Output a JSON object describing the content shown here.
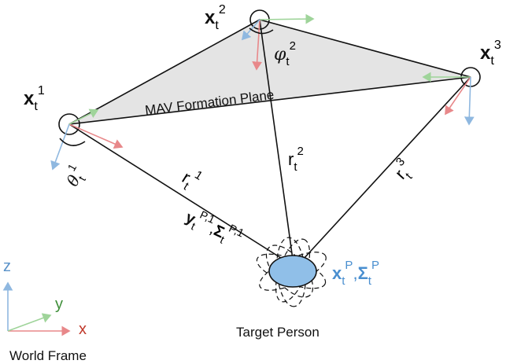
{
  "plane_label": "MAV Formation Plane",
  "target_label": "Target Person",
  "world_frame_label": "World Frame",
  "world_axes": {
    "x": "x",
    "y": "y",
    "z": "z"
  },
  "mavs": [
    {
      "id": "1",
      "pose": {
        "base": "x",
        "sub": "t",
        "sup": "1"
      },
      "range": {
        "base": "r",
        "sub": "t",
        "sup": "1"
      },
      "angle": {
        "base": "θ",
        "sub": "t",
        "sup": "1"
      }
    },
    {
      "id": "2",
      "pose": {
        "base": "x",
        "sub": "t",
        "sup": "2"
      },
      "range": {
        "base": "r",
        "sub": "t",
        "sup": "2"
      },
      "angle": {
        "base": "φ",
        "sub": "t",
        "sup": "2"
      }
    },
    {
      "id": "3",
      "pose": {
        "base": "x",
        "sub": "t",
        "sup": "3"
      },
      "range": {
        "base": "r",
        "sub": "t",
        "sup": "3"
      }
    }
  ],
  "measurement": {
    "y": "y",
    "sigma": "Σ",
    "sub": "t",
    "sup": "P,1",
    "sup2": "P,1",
    "comma": ","
  },
  "target_state": {
    "x": "x",
    "sigma": "Σ",
    "sub": "t",
    "sup": "P",
    "sup2": "P",
    "comma": ","
  },
  "colors": {
    "x_axis": "#e8888a",
    "y_axis": "#9fd49a",
    "z_axis": "#8fb8e0",
    "target_fill": "#90bfe8",
    "target_text": "#4a8fd0",
    "x_label": "#c0392b",
    "y_label": "#3f8f3a",
    "z_label": "#5b93c9",
    "plane_fill": "#e4e4e4"
  }
}
